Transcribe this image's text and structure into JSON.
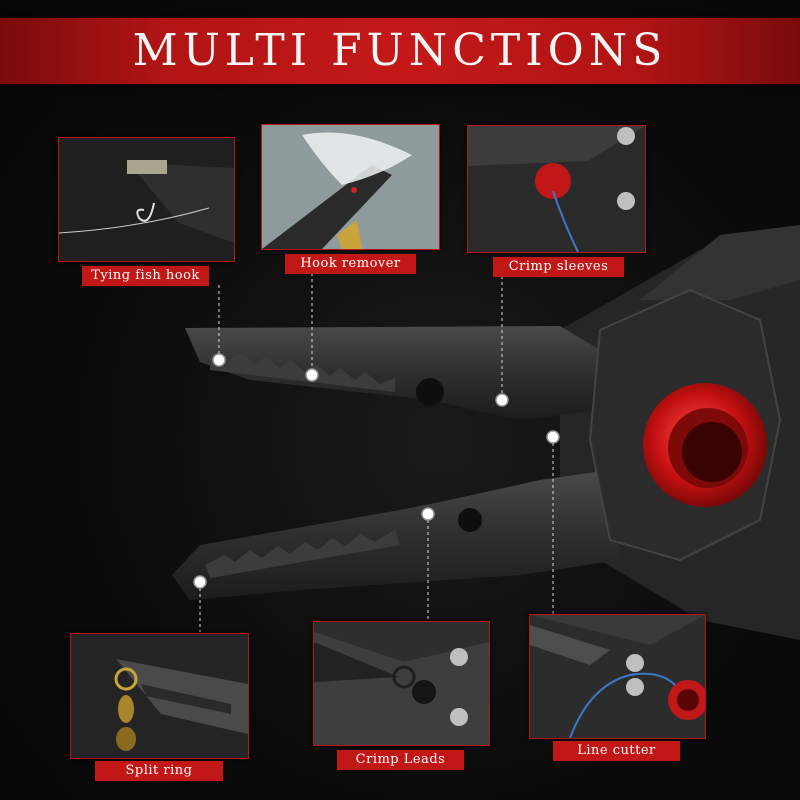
{
  "banner": {
    "title": "MULTI FUNCTIONS"
  },
  "features": [
    {
      "id": "tying-fish-hook",
      "label": "Tying fish hook"
    },
    {
      "id": "hook-remover",
      "label": "Hook remover"
    },
    {
      "id": "crimp-sleeves",
      "label": "Crimp sleeves"
    },
    {
      "id": "split-ring",
      "label": "Split ring"
    },
    {
      "id": "crimp-leads",
      "label": "Crimp Leads"
    },
    {
      "id": "line-cutter",
      "label": "Line cutter"
    }
  ],
  "colors": {
    "accent": "#c21717",
    "background": "#0b0b0b",
    "metal": "#3a3a3a"
  }
}
